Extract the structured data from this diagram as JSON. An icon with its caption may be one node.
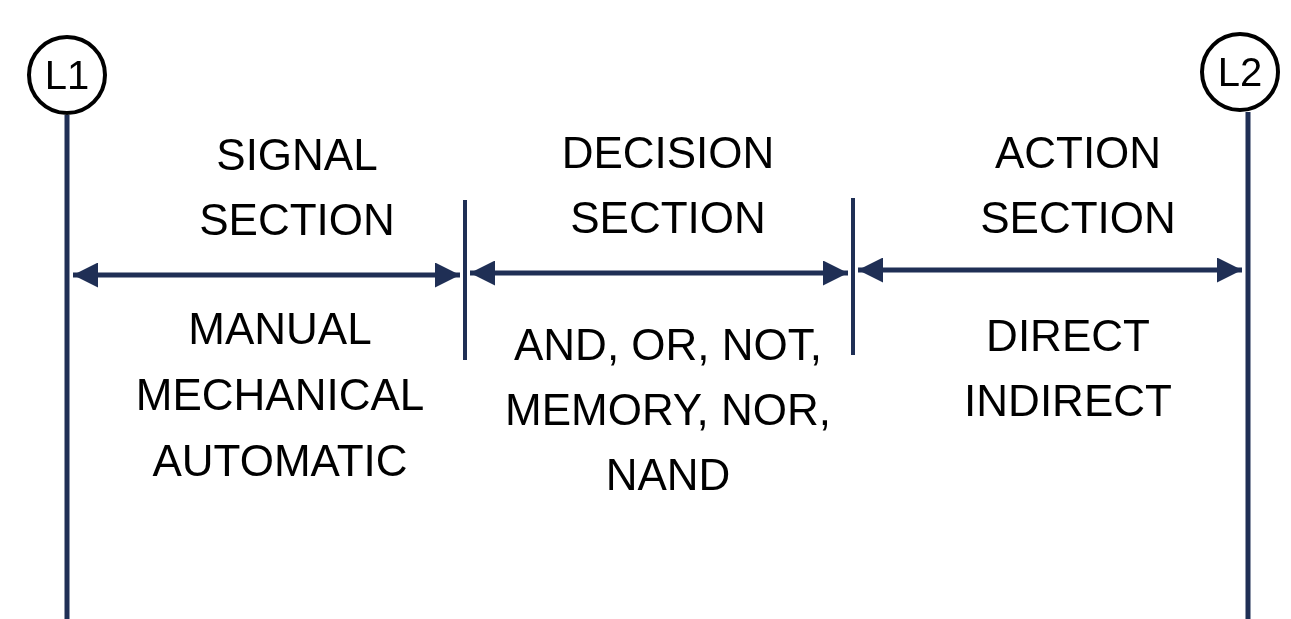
{
  "diagram": {
    "nodes": [
      {
        "text": [
          "L1"
        ]
      },
      {
        "text": [
          "L2"
        ]
      }
    ],
    "edges": [
      {
        "from": 0,
        "to": null,
        "arrow": "none"
      },
      {
        "from": 1,
        "to": null,
        "arrow": "none"
      }
    ],
    "labels": [
      "SIGNAL SECTION",
      "DECISION SECTION",
      "ACTION SECTION",
      "MANUAL",
      "MECHANICAL",
      "AUTOMATIC",
      "AND, OR, NOT, MEMORY, NOR, NAND",
      "DIRECT",
      "INDIRECT"
    ]
  }
}
